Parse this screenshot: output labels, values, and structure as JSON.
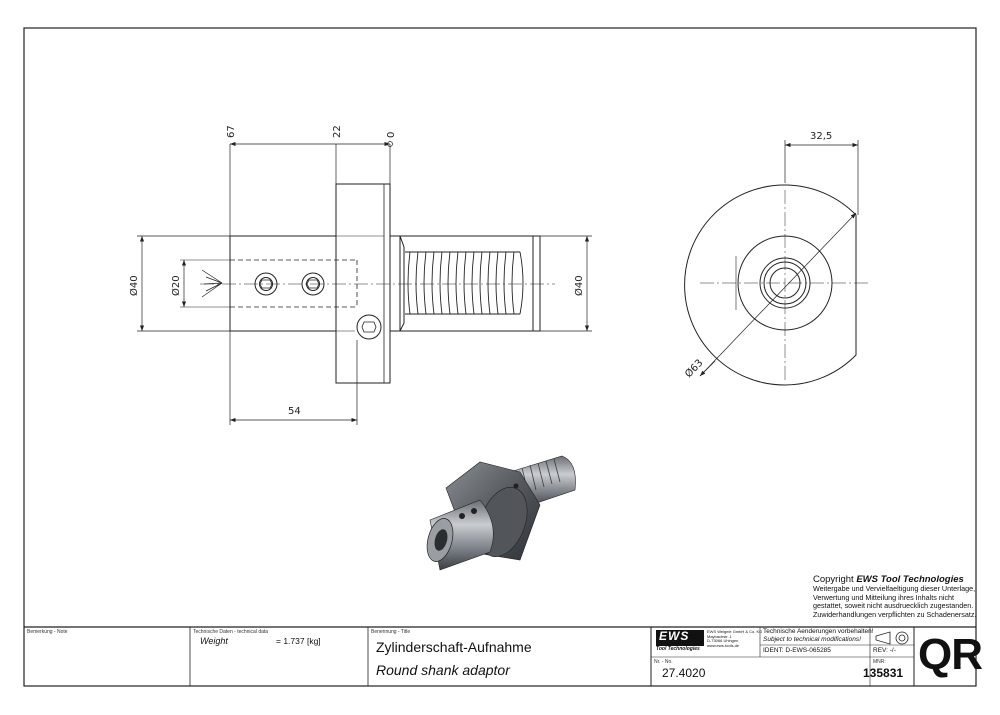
{
  "dimensions": {
    "front_view": {
      "d67": "67",
      "d22": "22",
      "d0": "0",
      "dia40_left": "Ø40",
      "dia20": "Ø20",
      "dia40_right": "Ø40",
      "d54": "54"
    },
    "side_view": {
      "d32_5": "32,5",
      "dia63": "Ø63"
    }
  },
  "copyright": {
    "title_prefix": "Copyright ",
    "title_brand": "EWS Tool Technologies",
    "lines": [
      "Weitergabe und Vervielfaeltigung dieser Unterlage,",
      "Verwertung und Mitteilung ihres Inhalts nicht",
      "gestattet, soweit nicht ausdruecklich zugestanden.",
      "Zuwiderhandlungen verpflichten zu Schadenersatz."
    ]
  },
  "title_block": {
    "note_label": "Bemerkung - Note",
    "techdata_label": "Technische Daten - technical data",
    "weight_label": "Weight",
    "weight_value": "=  1.737 [kg]",
    "title_label": "Benennung - Title",
    "title_de": "Zylinderschaft-Aufnahme",
    "title_en": "Round shank adaptor",
    "logo_text": "EWS",
    "logo_sub": "Tool Technologies",
    "company_lines": [
      "EWS Weigele GmbH & Co. KG",
      "Maybachstr. 1",
      "D-73066 Uhingen",
      "www.ews-tools.de"
    ],
    "change_de": "Technische Aenderungen vorbehalten!",
    "change_en": "Subject to technical modifications!",
    "ident": "IDENT: D-EWS-065285",
    "rev": "REV:  -/-",
    "nr_label": "Nr. - No.",
    "nr_value": "27.4020",
    "mnr_label": "MNR:",
    "mnr_value": "135831",
    "qr_text": "QR"
  }
}
